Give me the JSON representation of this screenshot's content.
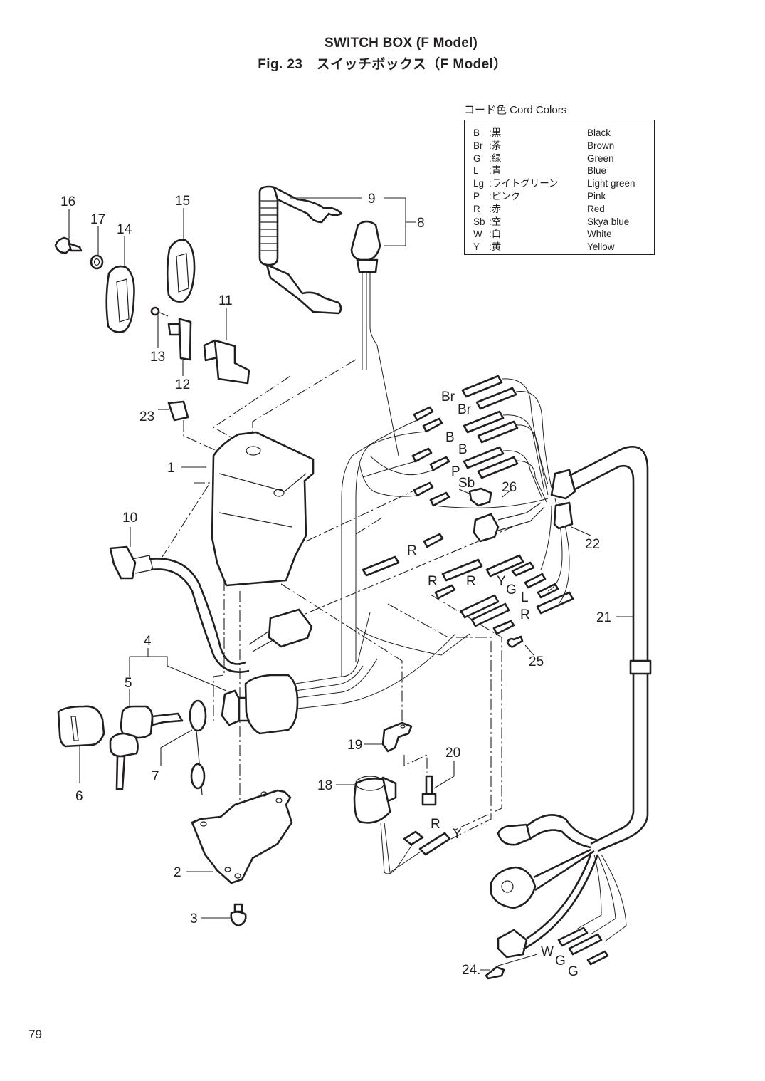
{
  "header": {
    "title": "SWITCH BOX (F Model)",
    "subtitle": "Fig. 23　スイッチボックス（F Model）"
  },
  "legend": {
    "heading": "コード色 Cord Colors",
    "entries": [
      {
        "code": "B",
        "jp": ":黒",
        "en": "Black"
      },
      {
        "code": "Br",
        "jp": ":茶",
        "en": "Brown"
      },
      {
        "code": "G",
        "jp": ":緑",
        "en": "Green"
      },
      {
        "code": "L",
        "jp": ":青",
        "en": "Blue"
      },
      {
        "code": "Lg",
        "jp": ":ライトグリーン",
        "en": "Light green"
      },
      {
        "code": "P",
        "jp": ":ピンク",
        "en": "Pink"
      },
      {
        "code": "R",
        "jp": ":赤",
        "en": "Red"
      },
      {
        "code": "Sb",
        "jp": ":空",
        "en": "Skya blue"
      },
      {
        "code": "W",
        "jp": ":白",
        "en": "White"
      },
      {
        "code": "Y",
        "jp": ":黄",
        "en": "Yellow"
      }
    ]
  },
  "parts": {
    "p1": "1",
    "p2": "2",
    "p3": "3",
    "p4": "4",
    "p5": "5",
    "p6": "6",
    "p7": "7",
    "p8": "8",
    "p9": "9",
    "p10": "10",
    "p11": "11",
    "p12": "12",
    "p13": "13",
    "p14": "14",
    "p15": "15",
    "p16": "16",
    "p17": "17",
    "p18": "18",
    "p19": "19",
    "p20": "20",
    "p21": "21",
    "p22": "22",
    "p23": "23",
    "p24": "24.",
    "p25": "25",
    "p26": "26"
  },
  "wire_labels": {
    "br1": "Br",
    "br2": "Br",
    "b1": "B",
    "b2": "B",
    "p": "P",
    "sb": "Sb",
    "r1": "R",
    "r2": "R",
    "r3": "R",
    "y1": "Y",
    "g1": "G",
    "l1": "L",
    "r4": "R",
    "r5": "R",
    "y2": "Y",
    "w": "W",
    "g2": "G",
    "g3": "G"
  },
  "footer": {
    "page_number": "79"
  }
}
